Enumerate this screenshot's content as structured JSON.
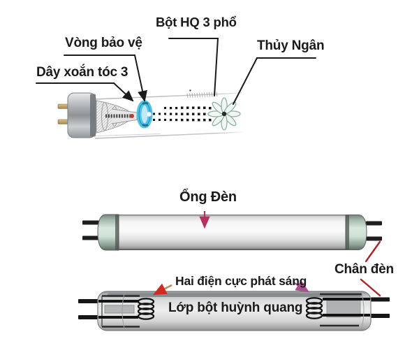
{
  "diagram": {
    "top": {
      "label_phosphor": "Bột HQ 3 phổ",
      "label_ring": "Vòng bảo vệ",
      "label_filament": "Dây xoắn tóc 3",
      "label_mercury": "Thủy Ngân"
    },
    "bottom": {
      "label_tube": "Ổng Đèn",
      "label_pins": "Chân đèn",
      "label_electrodes": "Hai điện cực phát sáng",
      "label_phosphor_layer": "Lớp bột huỳnh quang"
    },
    "icons": {
      "mercury_atom": "mercury-atom-icon",
      "protective_ring": "protective-ring",
      "filament_coil": "filament-coil",
      "electrode_coil": "electrode-coil",
      "lamp_pin": "lamp-pin"
    },
    "colors": {
      "label_text": "#1a1a1a",
      "leader_line": "#1a1a1a",
      "ring_cyan": "#4fc4e8",
      "cap_mint": "#cfe0d5",
      "pin_gold": "#c9a96b",
      "pin_black": "#1e1e1e",
      "arrow_magenta": "#b5305d",
      "arrow_tan": "#b5885f",
      "arrow_purple": "#a94f8f",
      "leader_red": "#a82525"
    }
  }
}
